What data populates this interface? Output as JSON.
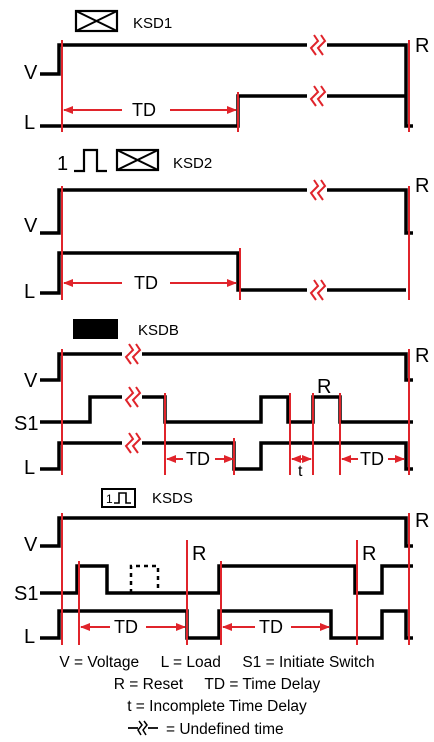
{
  "panels": [
    {
      "id": "ksd1",
      "title": "KSD1",
      "signals": [
        "V",
        "L"
      ],
      "reset": [
        "R"
      ],
      "delays": [
        "TD"
      ]
    },
    {
      "id": "ksd2",
      "title": "KSD2",
      "prefix": "1",
      "signals": [
        "V",
        "L"
      ],
      "reset": [
        "R"
      ],
      "delays": [
        "TD"
      ]
    },
    {
      "id": "ksdb",
      "title": "KSDB",
      "signals": [
        "V",
        "S1",
        "L"
      ],
      "reset": [
        "R",
        "R"
      ],
      "delays": [
        "TD",
        "t",
        "TD"
      ]
    },
    {
      "id": "ksds",
      "title": "KSDS",
      "badge": "1",
      "signals": [
        "V",
        "S1",
        "L"
      ],
      "reset": [
        "R",
        "R",
        "R"
      ],
      "delays": [
        "TD",
        "TD"
      ]
    }
  ],
  "legend": {
    "line1": "V = Voltage     L = Load     S1 = Initiate Switch",
    "line2": "R = Reset     TD = Time Delay",
    "line3": "t = Incomplete Time Delay",
    "line4": "= Undefined time"
  },
  "colors": {
    "timing": "#e0242b",
    "signal": "#000000",
    "background": "#ffffff"
  }
}
